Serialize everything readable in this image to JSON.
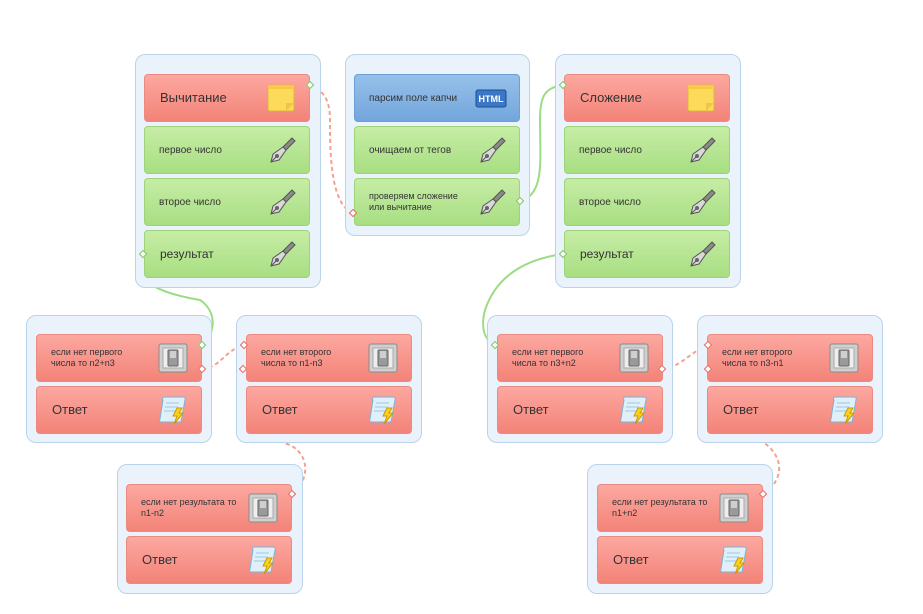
{
  "groups": {
    "subtract": {
      "header": "Вычитание",
      "first": "первое число",
      "second": "второе число",
      "result": "результат"
    },
    "main": {
      "parse": "парсим поле капчи",
      "html_badge": "HTML",
      "clean": "очищаем от тегов",
      "check_line1": "проверяем сложение",
      "check_line2": "или вычитание"
    },
    "add": {
      "header": "Сложение",
      "first": "первое число",
      "second": "второе число",
      "result": "результат"
    },
    "sub_cond1": {
      "line1": "если нет первого",
      "line2": "числа то n2+n3",
      "answer": "Ответ"
    },
    "sub_cond2": {
      "line1": "если нет второго",
      "line2": "числа то n1-n3",
      "answer": "Ответ"
    },
    "sub_cond3": {
      "line1": "если нет результата то",
      "line2": "n1-n2",
      "answer": "Ответ"
    },
    "add_cond1": {
      "line1": "если нет первого",
      "line2": "числа то n3+n2",
      "answer": "Ответ"
    },
    "add_cond2": {
      "line1": "если нет второго",
      "line2": "числа то n3-n1",
      "answer": "Ответ"
    },
    "add_cond3": {
      "line1": "если нет результата то",
      "line2": "n1+n2",
      "answer": "Ответ"
    }
  },
  "colors": {
    "node_red": "#f38378",
    "node_green": "#a8de82",
    "node_blue": "#73a6dc",
    "group_bg": "#eaf3fb",
    "edge_green": "#9bdc84",
    "edge_red": "#f4a18f"
  },
  "icons": [
    "note-icon",
    "pen-icon",
    "html-icon",
    "switch-icon",
    "scroll-icon"
  ]
}
